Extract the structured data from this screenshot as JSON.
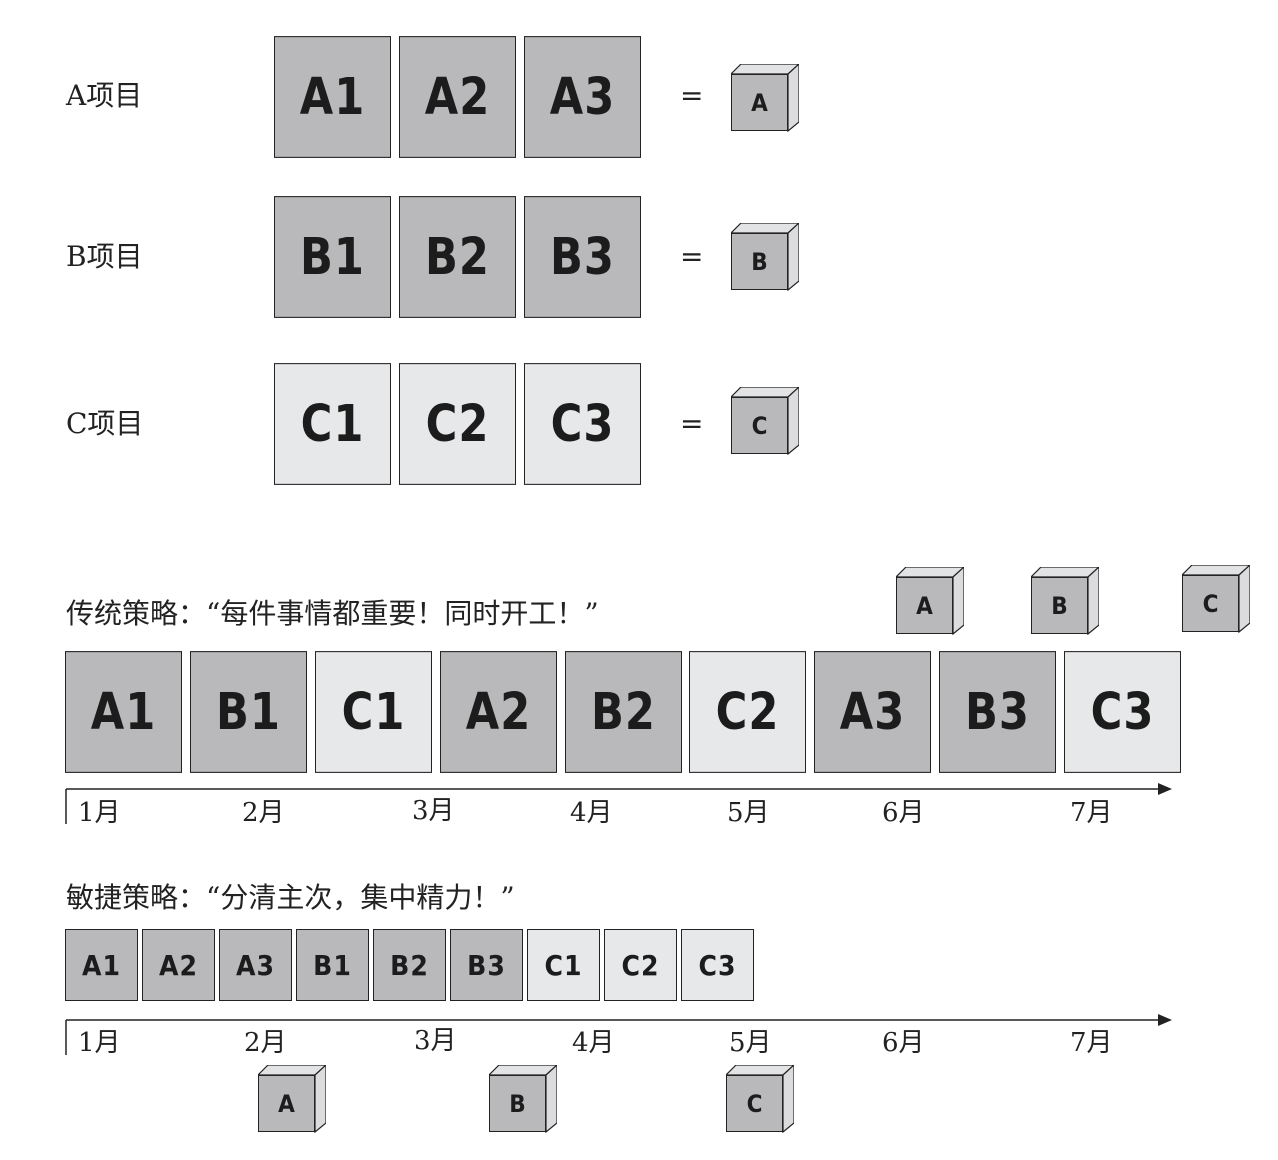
{
  "projects": [
    {
      "label": "A项目",
      "tiles": [
        "A1",
        "A2",
        "A3"
      ],
      "shade": "dark",
      "equals": "=",
      "cube": "A"
    },
    {
      "label": "B项目",
      "tiles": [
        "B1",
        "B2",
        "B3"
      ],
      "shade": "dark",
      "equals": "=",
      "cube": "B"
    },
    {
      "label": "C项目",
      "tiles": [
        "C1",
        "C2",
        "C3"
      ],
      "shade": "light",
      "equals": "=",
      "cube": "C"
    }
  ],
  "traditional": {
    "title": "传统策略：“每件事情都重要！同时开工！”",
    "tiles": [
      "A1",
      "B1",
      "C1",
      "A2",
      "B2",
      "C2",
      "A3",
      "B3",
      "C3"
    ],
    "shades": [
      "dark",
      "dark",
      "light",
      "dark",
      "dark",
      "light",
      "dark",
      "dark",
      "light"
    ],
    "months": [
      "1月",
      "2月",
      "3月",
      "4月",
      "5月",
      "6月",
      "7月"
    ],
    "cubes": [
      "A",
      "B",
      "C"
    ]
  },
  "agile": {
    "title": "敏捷策略：“分清主次，集中精力！”",
    "tiles": [
      "A1",
      "A2",
      "A3",
      "B1",
      "B2",
      "B3",
      "C1",
      "C2",
      "C3"
    ],
    "shades": [
      "dark",
      "dark",
      "dark",
      "dark",
      "dark",
      "dark",
      "light",
      "light",
      "light"
    ],
    "months": [
      "1月",
      "2月",
      "3月",
      "4月",
      "5月",
      "6月",
      "7月"
    ],
    "cubes": [
      "A",
      "B",
      "C"
    ]
  },
  "colors": {
    "dark_tile": "#b9b9bb",
    "light_tile": "#e7e8ea",
    "ink": "#222222"
  }
}
